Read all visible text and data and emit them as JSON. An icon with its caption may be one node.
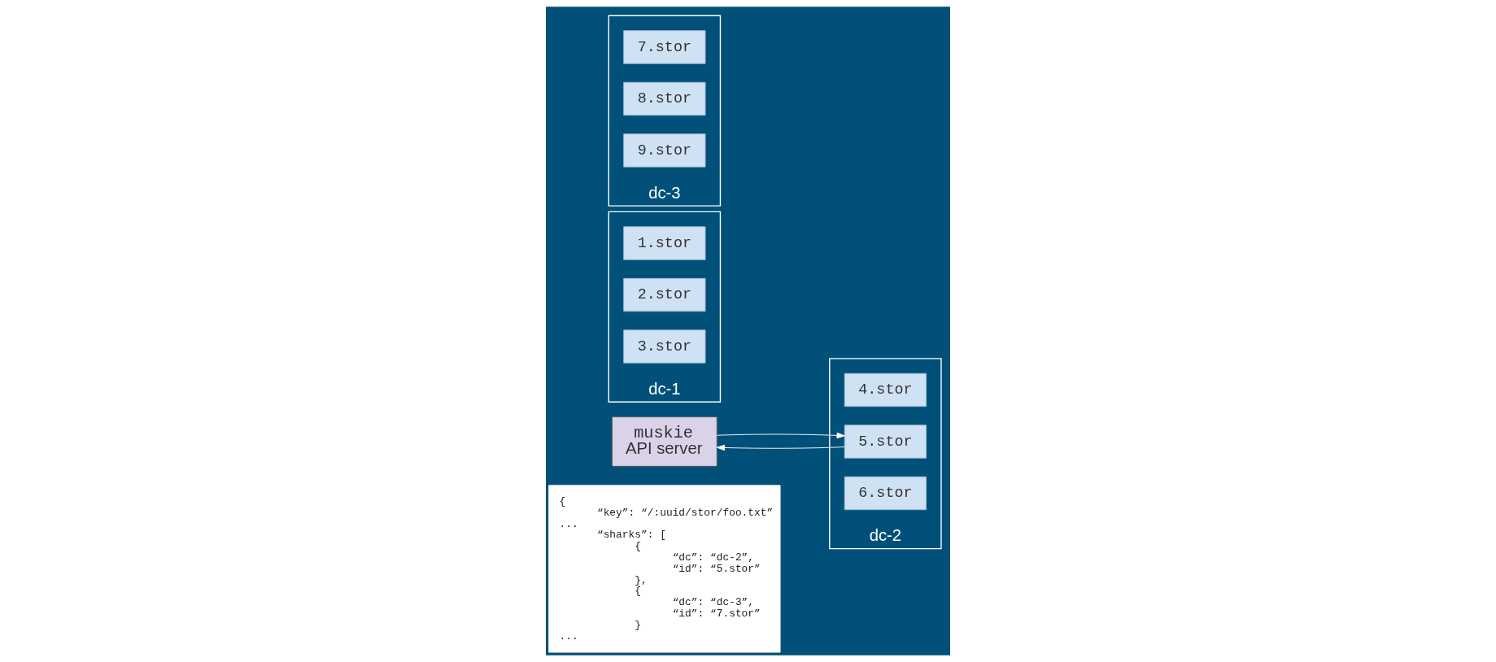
{
  "diagram": {
    "nodes": [
      {
        "text": [
          "muskie",
          "API server"
        ]
      },
      {
        "text": [
          "{",
          "“key”: “/:uuid/stor/foo.txt”",
          "...",
          "“sharks”: [",
          "{",
          "“dc”: “dc-2”,",
          "“id”: “5.stor”",
          "},",
          "{",
          "“dc”: “dc-3”,",
          "“id”: “7.stor”",
          "}",
          "..."
        ]
      },
      {
        "text": [
          "dc-1"
        ]
      },
      {
        "text": [
          "1.stor"
        ],
        "in": 2
      },
      {
        "text": [
          "2.stor"
        ],
        "in": 2
      },
      {
        "text": [
          "3.stor"
        ],
        "in": 2
      },
      {
        "text": [
          "dc-2"
        ]
      },
      {
        "text": [
          "4.stor"
        ],
        "in": 6
      },
      {
        "text": [
          "5.stor"
        ],
        "in": 6
      },
      {
        "text": [
          "6.stor"
        ],
        "in": 6
      },
      {
        "text": [
          "dc-3"
        ]
      },
      {
        "text": [
          "7.stor"
        ],
        "in": 10
      },
      {
        "text": [
          "8.stor"
        ],
        "in": 10
      },
      {
        "text": [
          "9.stor"
        ],
        "in": 10
      }
    ],
    "edges": [
      {
        "from": 0,
        "to": 8,
        "arrow": "to"
      },
      {
        "from": 8,
        "to": 0,
        "arrow": "to"
      }
    ]
  }
}
